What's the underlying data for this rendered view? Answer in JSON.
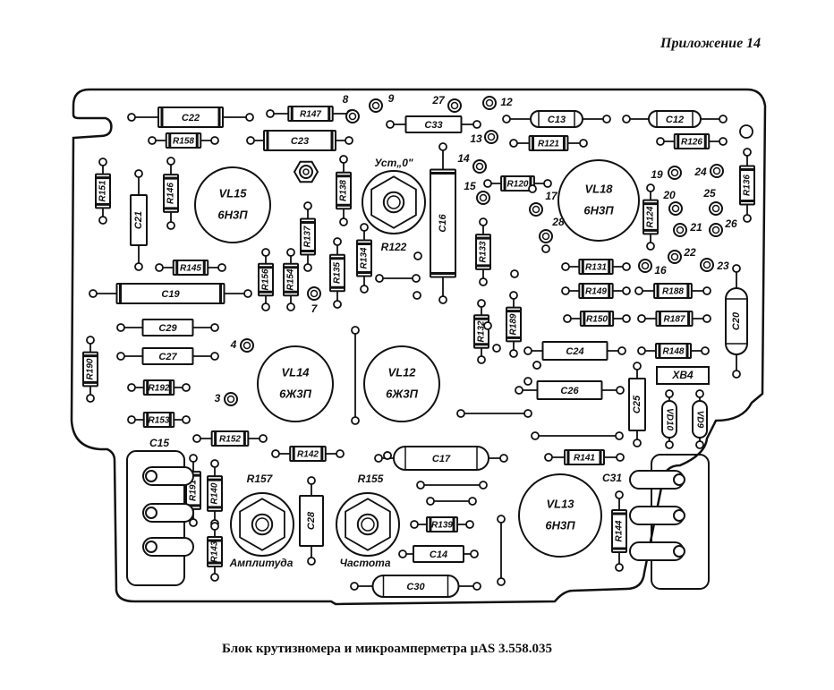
{
  "header": {
    "appendix": "Приложение 14"
  },
  "caption": "Блок крутизномера и микроамперметра μAS 3.558.035",
  "diagram": {
    "type": "pcb-component-layout",
    "colors": {
      "ink": "#111111",
      "paper": "#ffffff"
    },
    "tubes": [
      {
        "ref": "VL15",
        "type": "6Н3П"
      },
      {
        "ref": "VL18",
        "type": "6Н3П"
      },
      {
        "ref": "VL14",
        "type": "6Ж3П"
      },
      {
        "ref": "VL12",
        "type": "6Ж3П"
      },
      {
        "ref": "VL13",
        "type": "6Н3П"
      }
    ],
    "potentiometers": [
      {
        "ref": "R122",
        "caption": "Уст„0\""
      },
      {
        "ref": "R157",
        "caption": "Амплитуда"
      },
      {
        "ref": "R155",
        "caption": "Частота"
      }
    ],
    "capacitors": [
      "C22",
      "C23",
      "C33",
      "C13",
      "C12",
      "C21",
      "C16",
      "C19",
      "C29",
      "C27",
      "C24",
      "C26",
      "C20",
      "C25",
      "C17",
      "C28",
      "C14",
      "C30",
      "C15",
      "C31"
    ],
    "resistors": [
      "R147",
      "R158",
      "R121",
      "R126",
      "R151",
      "R146",
      "R138",
      "R137",
      "R120",
      "R136",
      "R124",
      "R133",
      "R145",
      "R156",
      "R154",
      "R135",
      "R134",
      "R131",
      "R149",
      "R188",
      "R150",
      "R187",
      "R148",
      "R190",
      "R192",
      "R153",
      "R189",
      "R132",
      "R152",
      "R142",
      "R141",
      "R191",
      "R140",
      "R143",
      "R139",
      "R144"
    ],
    "diodes": [
      "VD10",
      "VD9"
    ],
    "connectors": [
      "XB4"
    ],
    "test_points": [
      "3",
      "4",
      "7",
      "8",
      "9",
      "12",
      "13",
      "14",
      "15",
      "16",
      "17",
      "19",
      "20",
      "21",
      "22",
      "23",
      "24",
      "25",
      "26",
      "27",
      "28"
    ]
  }
}
